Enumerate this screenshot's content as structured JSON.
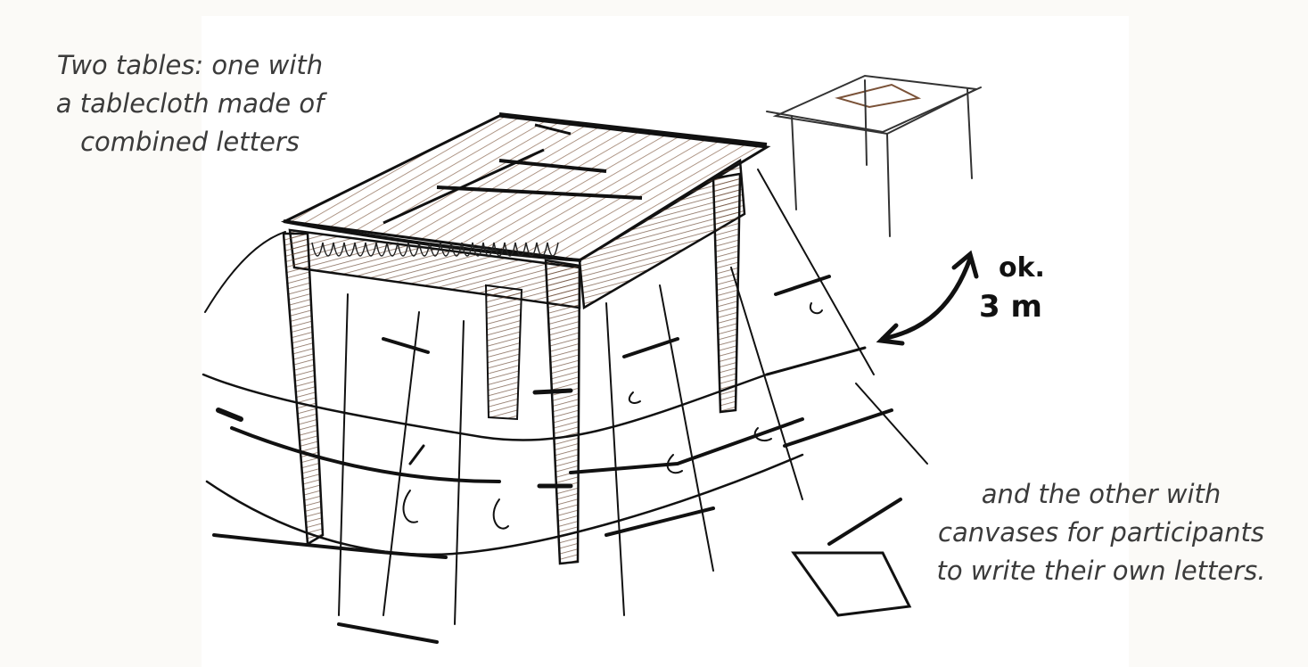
{
  "captions": {
    "left": {
      "lines": [
        "Two tables: one with",
        "a tablecloth made of",
        "combined letters"
      ]
    },
    "right": {
      "lines": [
        "and the other with",
        "canvases for participants",
        "to write their own letters."
      ]
    }
  },
  "annotation": {
    "line1": "ok.",
    "line2": "3 m"
  },
  "colors": {
    "ink": "#111111",
    "wood": "#7a5238",
    "caption_text": "#3b3b3b",
    "background": "#fbfaf7"
  }
}
